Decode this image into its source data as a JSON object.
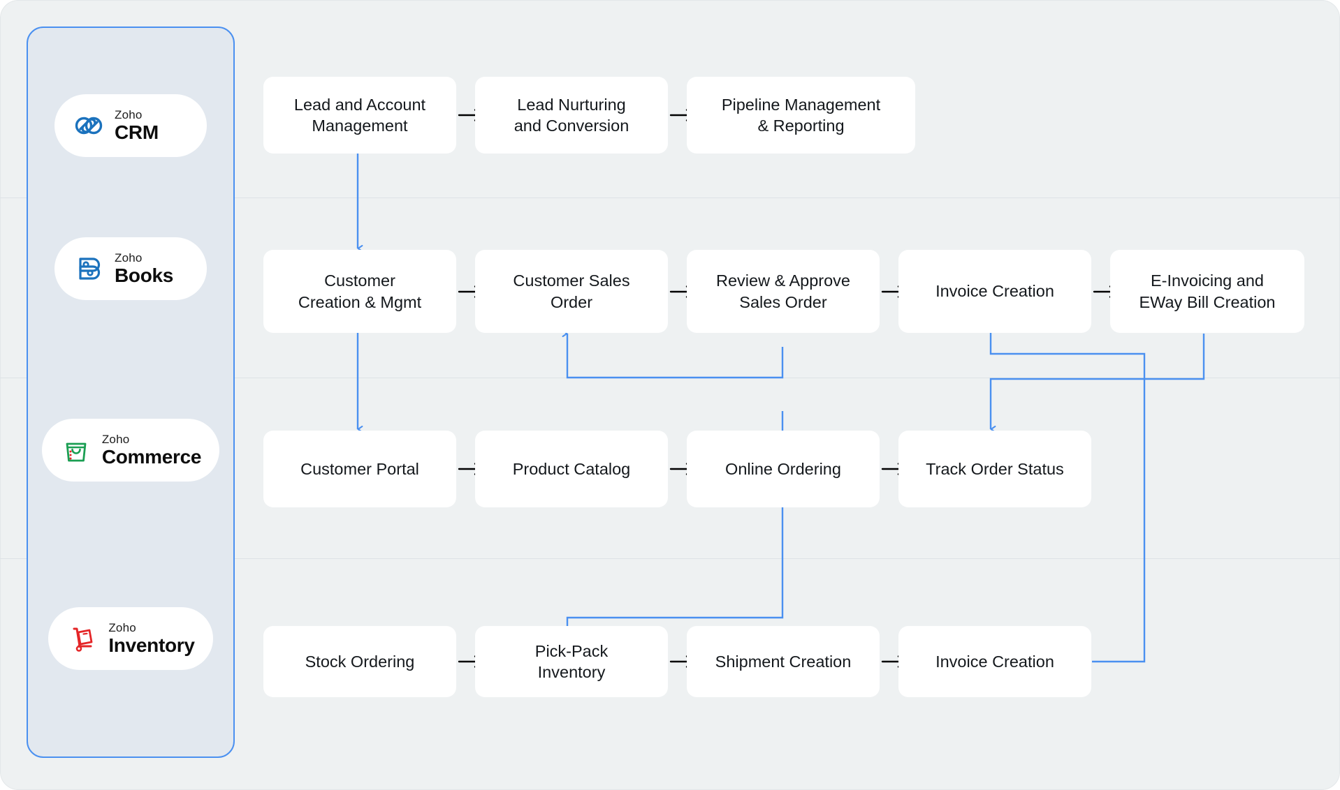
{
  "colors": {
    "canvas_background": "#eef1f2",
    "rail_fill": "#e2e8ef",
    "rail_border": "#4a90f0",
    "node_fill": "#ffffff",
    "connector_blue": "#4a90f0",
    "divider": "#dde2e6",
    "text": "#14181c",
    "crm_blue": "#1b72bd",
    "books_blue": "#1b72bd",
    "commerce_green": "#1a9e52",
    "commerce_red": "#e42527",
    "inventory_red": "#e42527"
  },
  "apps": [
    {
      "id": "crm",
      "brand": "Zoho",
      "name": "CRM",
      "icon": "zoho-crm-logo-icon"
    },
    {
      "id": "books",
      "brand": "Zoho",
      "name": "Books",
      "icon": "zoho-books-logo-icon"
    },
    {
      "id": "commerce",
      "brand": "Zoho",
      "name": "Commerce",
      "icon": "zoho-commerce-logo-icon"
    },
    {
      "id": "inventory",
      "brand": "Zoho",
      "name": "Inventory",
      "icon": "zoho-inventory-logo-icon"
    }
  ],
  "rows": [
    {
      "app": "crm",
      "nodes": [
        {
          "line1": "Lead and Account",
          "line2": "Management"
        },
        {
          "line1": "Lead Nurturing",
          "line2": "and Conversion"
        },
        {
          "line1": "Pipeline Management",
          "line2": "& Reporting"
        }
      ]
    },
    {
      "app": "books",
      "nodes": [
        {
          "line1": "Customer",
          "line2": "Creation & Mgmt"
        },
        {
          "line1": "Customer Sales",
          "line2": "Order"
        },
        {
          "line1": "Review & Approve",
          "line2": "Sales Order"
        },
        {
          "line1": "Invoice Creation",
          "line2": ""
        },
        {
          "line1": "E-Invoicing and",
          "line2": "EWay Bill Creation"
        }
      ]
    },
    {
      "app": "commerce",
      "nodes": [
        {
          "line1": "Customer Portal",
          "line2": ""
        },
        {
          "line1": "Product Catalog",
          "line2": ""
        },
        {
          "line1": "Online Ordering",
          "line2": ""
        },
        {
          "line1": "Track Order Status",
          "line2": ""
        }
      ]
    },
    {
      "app": "inventory",
      "nodes": [
        {
          "line1": "Stock Ordering",
          "line2": ""
        },
        {
          "line1": "Pick-Pack",
          "line2": "Inventory"
        },
        {
          "line1": "Shipment Creation",
          "line2": ""
        },
        {
          "line1": "Invoice Creation",
          "line2": ""
        }
      ]
    }
  ],
  "inline_arrows": {
    "glyph": "arrow-right-icon",
    "count": 13
  },
  "connectors": [
    {
      "name": "crm-lead-to-books-customer",
      "from": "Lead and Account Management",
      "to": "Customer Creation & Mgmt"
    },
    {
      "name": "books-customer-to-commerce-portal",
      "from": "Customer Creation & Mgmt",
      "to": "Customer Portal"
    },
    {
      "name": "commerce-online-ordering-to-books-sales-order",
      "from": "Online Ordering",
      "to": "Customer Sales Order"
    },
    {
      "name": "commerce-online-ordering-to-inventory-pick-pack",
      "from": "Online Ordering",
      "to": "Pick-Pack Inventory"
    },
    {
      "name": "eway-bill-to-commerce-track-order-status",
      "from": "E-Invoicing and EWay Bill Creation",
      "to": "Track Order Status"
    },
    {
      "name": "inventory-invoice-to-books-invoice",
      "from": "Invoice Creation (Inventory)",
      "to": "Invoice Creation (Books)"
    }
  ]
}
